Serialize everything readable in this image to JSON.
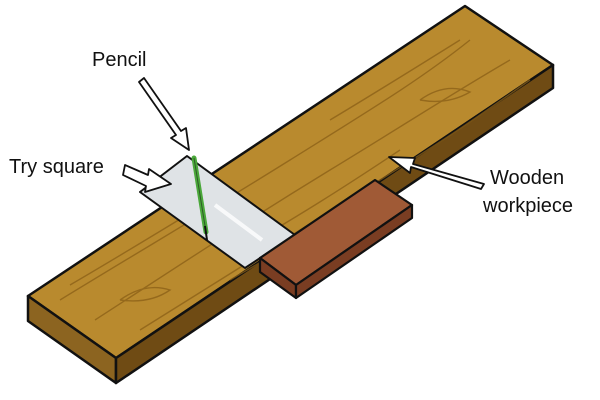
{
  "labels": {
    "pencil": "Pencil",
    "try_square": "Try square",
    "workpiece_line1": "Wooden",
    "workpiece_line2": "workpiece"
  },
  "colors": {
    "wood_top": "#b98a2e",
    "wood_front": "#8c6420",
    "wood_end": "#6f4b14",
    "grain": "#8a5f17",
    "blade": "#dfe3e6",
    "stock_top": "#a05a36",
    "stock_front": "#7a3d22",
    "pencil": "#4aa83a",
    "arrow_fill": "#ffffff",
    "outline": "#111111"
  }
}
